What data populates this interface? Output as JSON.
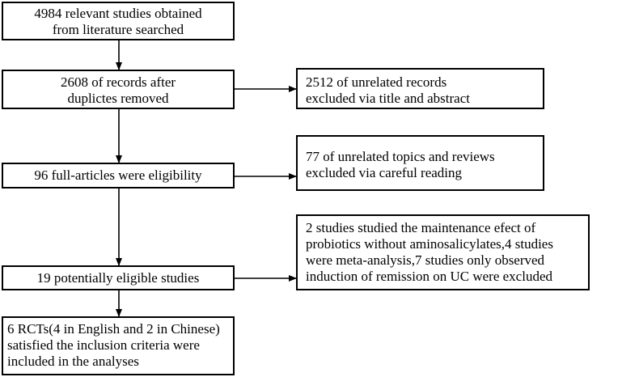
{
  "flowchart": {
    "left_boxes": [
      {
        "id": "b1",
        "lines": [
          "4984 relevant studies obtained",
          "from literature searched"
        ]
      },
      {
        "id": "b2",
        "lines": [
          "2608 of records after",
          "duplictes removed"
        ]
      },
      {
        "id": "b3",
        "lines": [
          "96 full-articles were eligibility"
        ]
      },
      {
        "id": "b4",
        "lines": [
          "19 potentially eligible studies"
        ]
      },
      {
        "id": "b5",
        "lines": [
          "6 RCTs(4 in English and 2 in Chinese)",
          "satisfied the inclusion criteria were",
          "included in the analyses"
        ]
      }
    ],
    "right_boxes": [
      {
        "id": "r1",
        "lines": [
          "2512 of unrelated records",
          "excluded via title and abstract"
        ]
      },
      {
        "id": "r2",
        "lines": [
          "77 of unrelated topics and reviews",
          "excluded via careful reading"
        ]
      },
      {
        "id": "r3",
        "lines": [
          "2 studies studied the maintenance efect of",
          "probiotics without aminosalicylates,4 studies",
          "were meta-analysis,7 studies only observed",
          "induction of remission on UC were excluded"
        ]
      }
    ]
  }
}
